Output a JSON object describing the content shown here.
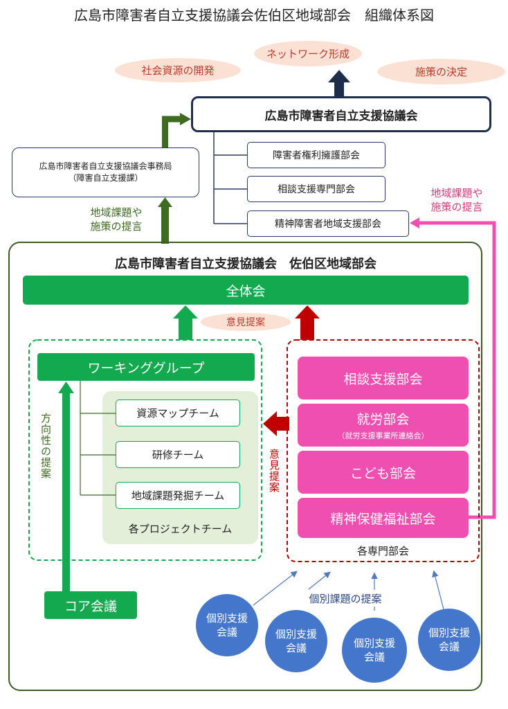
{
  "title": "広島市障害者自立支援協議会佐伯区地域部会　組織体系図",
  "goals": [
    "社会資源の開発",
    "ネットワーク形成",
    "施策の決定"
  ],
  "main_council": "広島市障害者自立支援協議会",
  "sub_committees": [
    "障害者権利擁護部会",
    "相談支援専門部会",
    "精神障害者地域支援部会"
  ],
  "secretariat": {
    "line1": "広島市障害者自立支援協議会事務局",
    "line2": "（障害自立支援課）"
  },
  "proposal_green": {
    "line1": "地域課題や",
    "line2": "施策の提言"
  },
  "proposal_pink": {
    "line1": "地域課題や",
    "line2": "施策の提言"
  },
  "saeki_title": "広島市障害者自立支援協議会　佐伯区地域部会",
  "zentai": "全体会",
  "iken_teian": "意見提案",
  "iken_teian_vertical": "意見提案",
  "working_group": "ワーキンググループ",
  "direction_label": "方向性の提案",
  "teams": [
    "資源マップチーム",
    "研修チーム",
    "地域課題発掘チーム"
  ],
  "project_teams_label": "各プロジェクトチーム",
  "specialized": [
    {
      "name": "相談支援部会",
      "note": ""
    },
    {
      "name": "就労部会",
      "note": "（就労支援事業所連絡会）"
    },
    {
      "name": "こども部会",
      "note": ""
    },
    {
      "name": "精神保健福祉部会",
      "note": ""
    }
  ],
  "specialized_label": "各専門部会",
  "core_meeting": "コア会議",
  "individual_proposal": "個別課題の提案",
  "individual_meetings": [
    {
      "line1": "個別支援",
      "line2": "会議"
    },
    {
      "line1": "個別支援",
      "line2": "会議"
    },
    {
      "line1": "個別支援",
      "line2": "会議"
    },
    {
      "line1": "個別支援",
      "line2": "会議"
    }
  ],
  "colors": {
    "navy": "#1f2d4d",
    "green": "#12a94f",
    "dark_green": "#3d6b1f",
    "pink": "#ee4fb0",
    "dark_red": "#c00000",
    "blue": "#4477cc",
    "peach": "#fbe1d3"
  }
}
